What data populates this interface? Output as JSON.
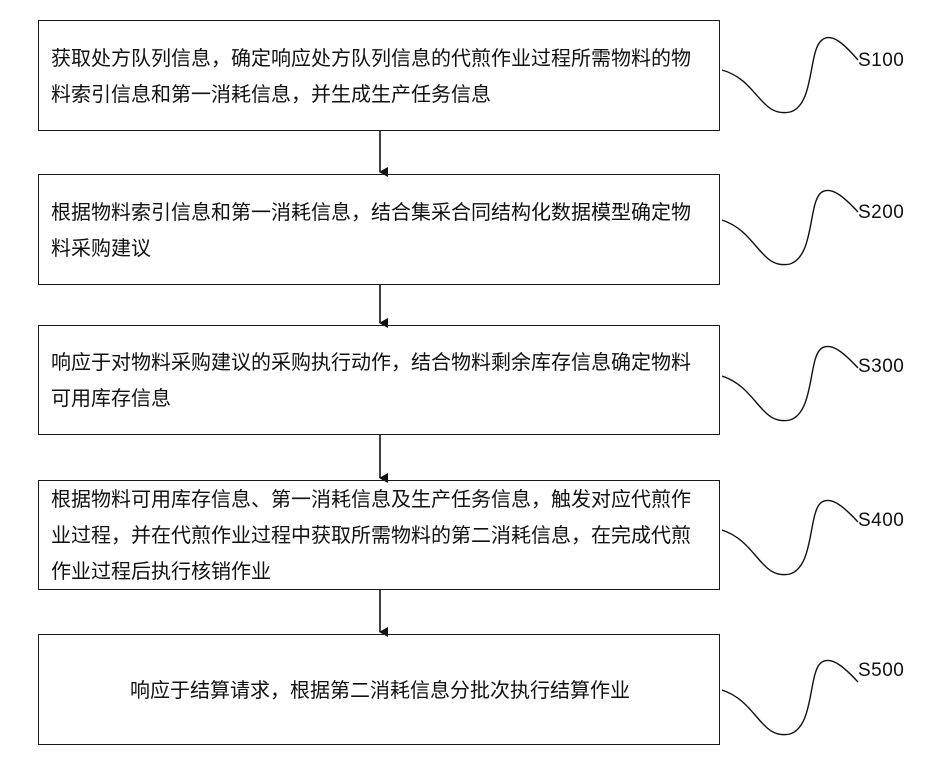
{
  "steps": [
    {
      "id": "S100",
      "text": "获取处方队列信息，确定响应处方队列信息的代煎作业过程所需物料的物料索引信息和第一消耗信息，并生成生产任务信息"
    },
    {
      "id": "S200",
      "text": "根据物料索引信息和第一消耗信息，结合集采合同结构化数据模型确定物料采购建议"
    },
    {
      "id": "S300",
      "text": "响应于对物料采购建议的采购执行动作，结合物料剩余库存信息确定物料可用库存信息"
    },
    {
      "id": "S400",
      "text": "根据物料可用库存信息、第一消耗信息及生产任务信息，触发对应代煎作业过程，并在代煎作业过程中获取所需物料的第二消耗信息，在完成代煎作业过程后执行核销作业"
    },
    {
      "id": "S500",
      "text": "响应于结算请求，根据第二消耗信息分批次执行结算作业"
    }
  ]
}
